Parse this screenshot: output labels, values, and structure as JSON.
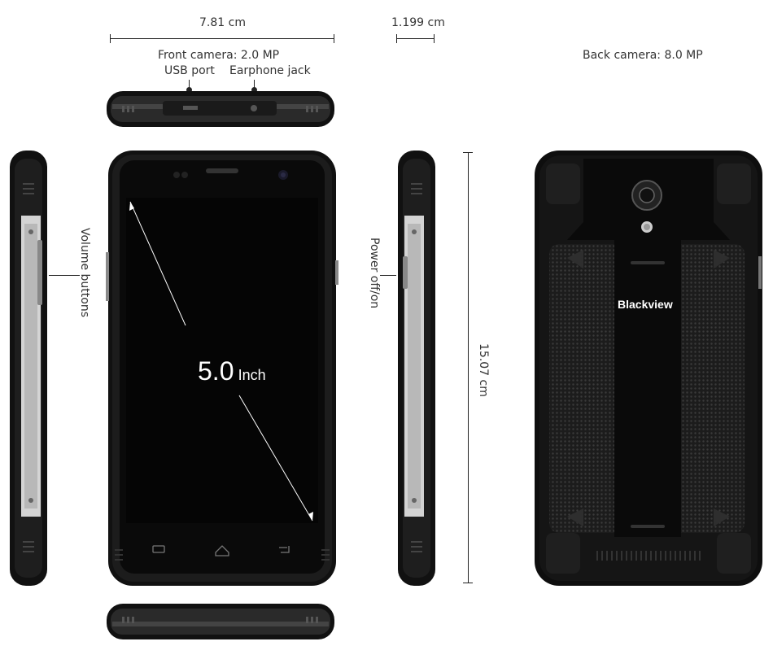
{
  "dimensions": {
    "width_label": "7.81 cm",
    "depth_label": "1.199 cm",
    "height_label": "15.07 cm"
  },
  "top_labels": {
    "front_camera": "Front camera: 2.0 MP",
    "usb_port": "USB port",
    "earphone_jack": "Earphone jack",
    "back_camera": "Back camera: 8.0 MP"
  },
  "side_labels": {
    "volume": "Volume buttons",
    "power": "Power off/on"
  },
  "screen": {
    "size_value": "5.0",
    "size_unit": "Inch"
  },
  "brand": "Blackview",
  "colors": {
    "body": "#1a1a1a",
    "screen": "#050505",
    "accent_silver": "#c8c8c8"
  }
}
